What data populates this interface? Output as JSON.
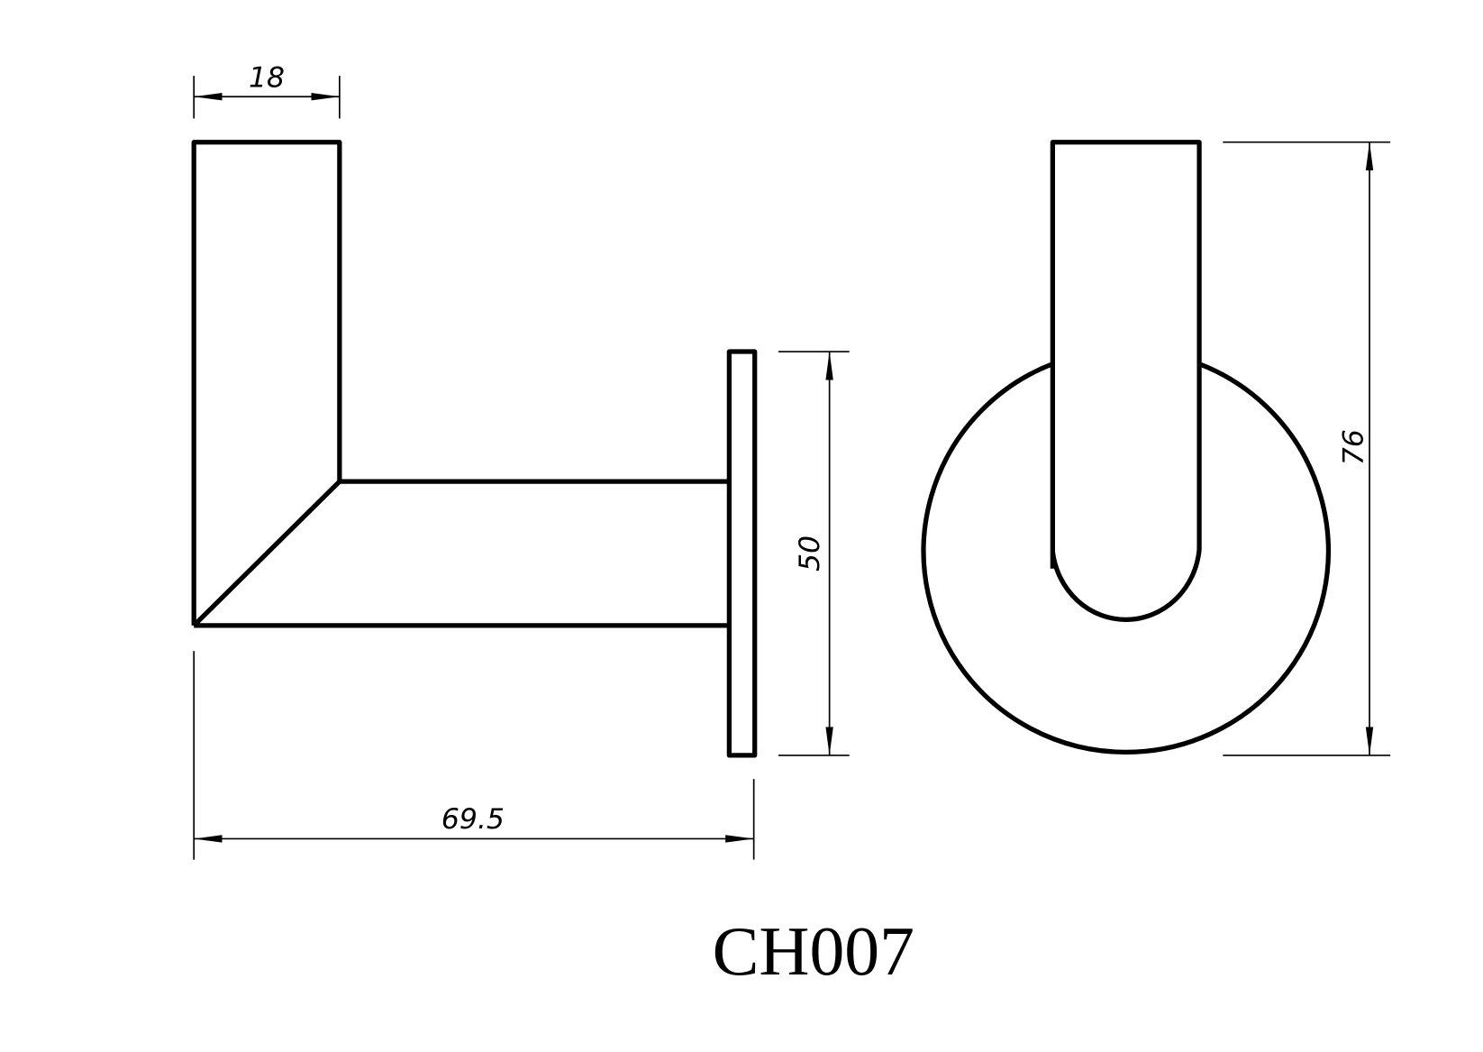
{
  "drawing": {
    "model_code": "CH007",
    "dimensions": {
      "top_width": "18",
      "plate_height": "50",
      "projection_length": "69.5",
      "overall_height": "76"
    },
    "colors": {
      "line": "#000000",
      "background": "#ffffff"
    }
  }
}
